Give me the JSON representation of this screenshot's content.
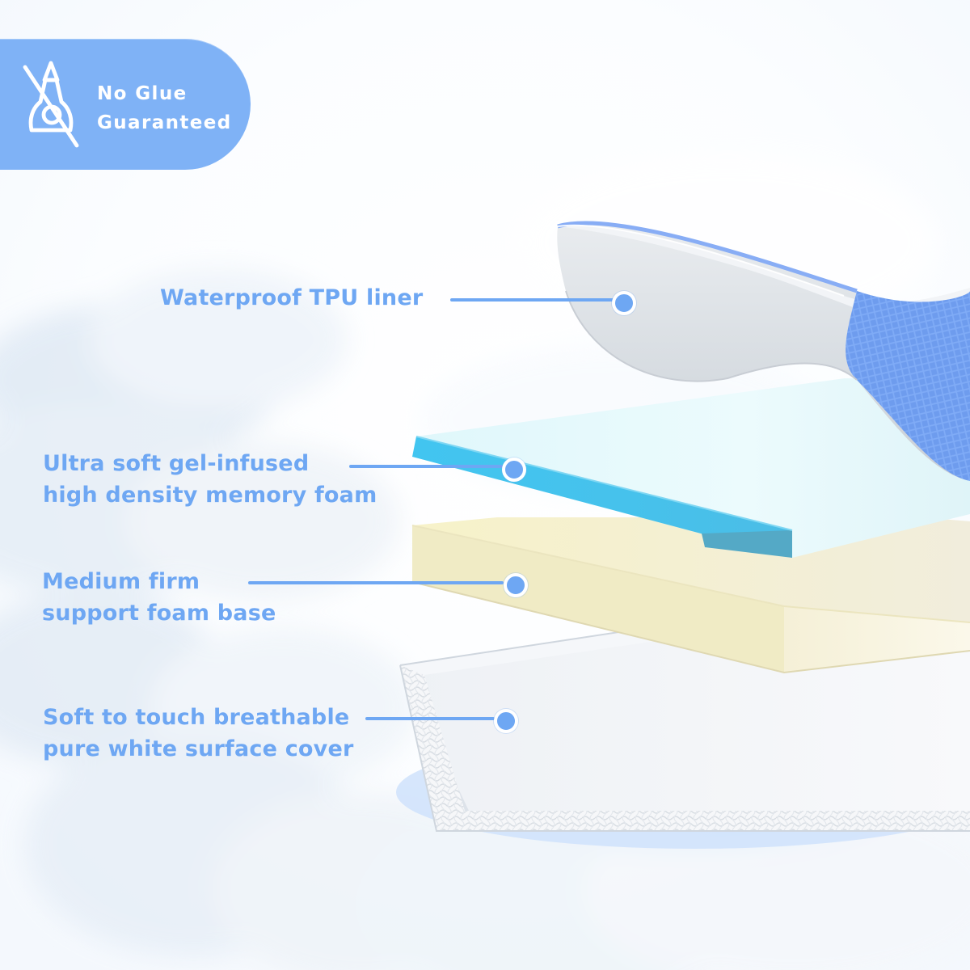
{
  "badge": {
    "line1": "No Glue",
    "line2": "Guaranteed",
    "icon": "no-glue-icon"
  },
  "labels": [
    {
      "name": "waterproof-tpu-liner",
      "lines": [
        "Waterproof TPU liner"
      ]
    },
    {
      "name": "gel-memory-foam",
      "lines": [
        "Ultra soft gel-infused",
        "high density memory foam"
      ]
    },
    {
      "name": "support-foam-base",
      "lines": [
        "Medium firm",
        "support foam base"
      ]
    },
    {
      "name": "surface-cover",
      "lines": [
        "Soft to touch breathable",
        "pure white surface cover"
      ]
    }
  ],
  "colors": {
    "accent": "#6ea7f3",
    "badge": "#7fb2f6",
    "tpu": "#6f9df0",
    "gel": "#47c8f0",
    "base": "#f5f0c8",
    "cover": "#ebeef2"
  }
}
